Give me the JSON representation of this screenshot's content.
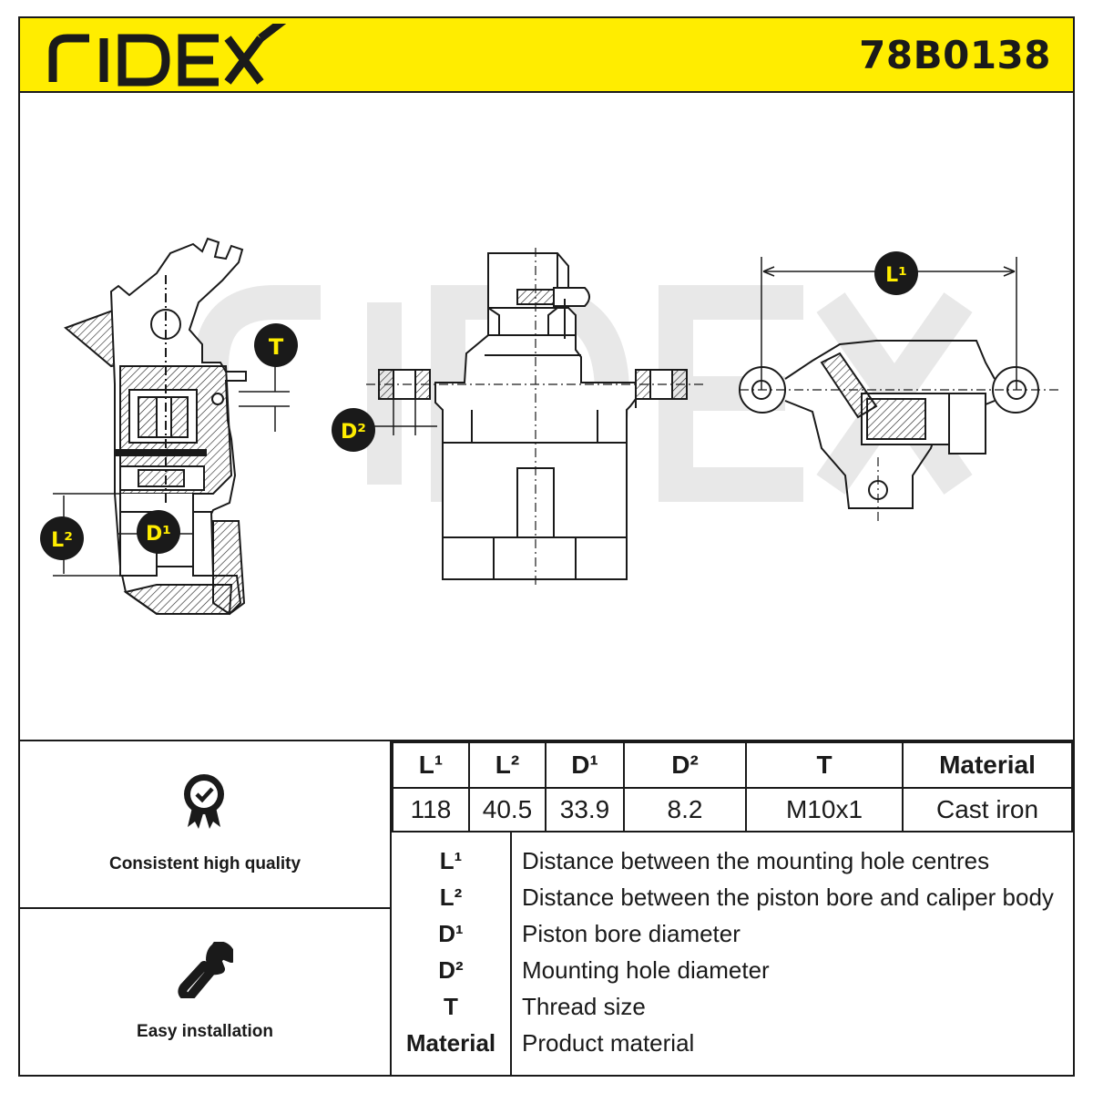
{
  "header": {
    "brand": "RIDEX",
    "part_number": "78B0138",
    "color": "#ffed00"
  },
  "drawing": {
    "watermark": "RIDEX",
    "dimension_labels": {
      "L1": "L¹",
      "L2": "L²",
      "D1": "D¹",
      "D2": "D²",
      "T": "T"
    }
  },
  "features": [
    {
      "icon": "quality-badge-icon",
      "label": "Consistent high quality"
    },
    {
      "icon": "wrench-icon",
      "label": "Easy installation"
    }
  ],
  "spec_table": {
    "headers": [
      "L¹",
      "L²",
      "D¹",
      "D²",
      "T",
      "Material"
    ],
    "values": [
      "118",
      "40.5",
      "33.9",
      "8.2",
      "M10x1",
      "Cast iron"
    ]
  },
  "legend": [
    {
      "symbol": "L¹",
      "description": "Distance between the mounting hole centres"
    },
    {
      "symbol": "L²",
      "description": "Distance between the piston bore and caliper body"
    },
    {
      "symbol": "D¹",
      "description": "Piston bore diameter"
    },
    {
      "symbol": "D²",
      "description": "Mounting hole diameter"
    },
    {
      "symbol": "T",
      "description": "Thread size"
    },
    {
      "symbol": "Material",
      "description": "Product material"
    }
  ]
}
